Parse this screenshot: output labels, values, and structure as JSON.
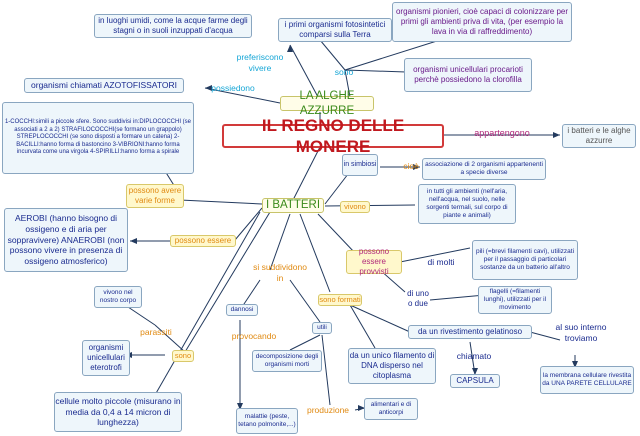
{
  "main_title": "IL REGNO DELLE MONERE",
  "alghe": "LA ALGHE AZZURRE",
  "batteri": "I BATTERI",
  "appartengono": "appartengono",
  "appartengono_target": "i batteri e le alghe azzurre",
  "preferiscono": "preferiscono vivere",
  "preferiscono_target": "in luoghi umidi, come la acque farme degli stagni o in suoli inzuppati d'acqua",
  "sono_alghe": "sono",
  "fotosintetici": "i primi organismi fotosintetici comparsi sulla Terra",
  "pionieri": "organismi pionieri, cioè capaci di colonizzare per primi gli ambienti priva di vita, (per esempio la lava in via di raffreddimento)",
  "procarioti": "organismi unicellulari procarioti perchè possiedono la clorofilla",
  "possiedono": "possiedono",
  "azotofissatori": "organismi chiamati AZOTOFISSATORI",
  "forme_box": "1-COCCHI:simili a piccole sfere. Sono suddivisi in:DIPLOCOCCHI (se associati a 2 a 2) STRAFILOCOCCHI(se formano un grappolo) STREPLOCOCCHI (se sono disposti a formare un catena) 2-BACILLI:hanno forma di bastoncino 3-VIBRIONI:hanno forma incurvata come una virgola 4-SPIRILLI:hanno forma a spirale",
  "possono_avere": "possono avere varie forme",
  "in_simbiosi": "in simbiosi",
  "cioe": "cioè",
  "simbiosi_def": "associazione di 2 organismi appartenenti a specie diverse",
  "vivono": "vivono",
  "ambienti": "in tutti gli ambienti (nell'aria, nell'acqua, nel suolo, nelle sorgenti termali, sul corpo di piante e animali)",
  "possono_essere": "possono essere",
  "aerobi": "AEROBI (hanno bisogno di ossigeno e di aria per soppravivere) ANAEROBI (non possono vivere in presenza di ossigeno atmosferico)",
  "provvisti": "possono essere provvisti",
  "di_molti": "di molti",
  "pili": "pili (=brevi filamenti cavi), utilizzati per il passaggio di particolari sostanze da un batterio all'altro",
  "di_uno_o_due": "di uno o due",
  "flagelli": "flagelli (=filamenti lunghi), utilizzati per il movimento",
  "suddividono": "si suddividono in",
  "dannosi": "dannosi",
  "provocando": "provocando",
  "malattie": "malattie (peste, tetano polmonite,...)",
  "utili": "utili",
  "decomposizione": "decomposizione degli organismi morti",
  "produzione": "produzione",
  "alimentari": "alimentari e di anticorpi",
  "sono_formati": "sono formati",
  "rivestimento": "da un rivestimento gelatinoso",
  "chiamato": "chiamato",
  "capsula": "CAPSULA",
  "filamento": "da un unico filamento di DNA disperso nel citoplasma",
  "interno": "al suo interno troviamo",
  "membrana": "la membrana cellulare rivestita da UNA PARETE CELLULARE",
  "parassiti": "parassiti",
  "parassiti_def": "vivono nel nostro corpo",
  "sono_b": "sono",
  "eterotrofi": "organismi unicellulari eterotrofi",
  "cellule": "cellule molto piccole (misurano in media da 0,4 a 14 micron di lunghezza)"
}
